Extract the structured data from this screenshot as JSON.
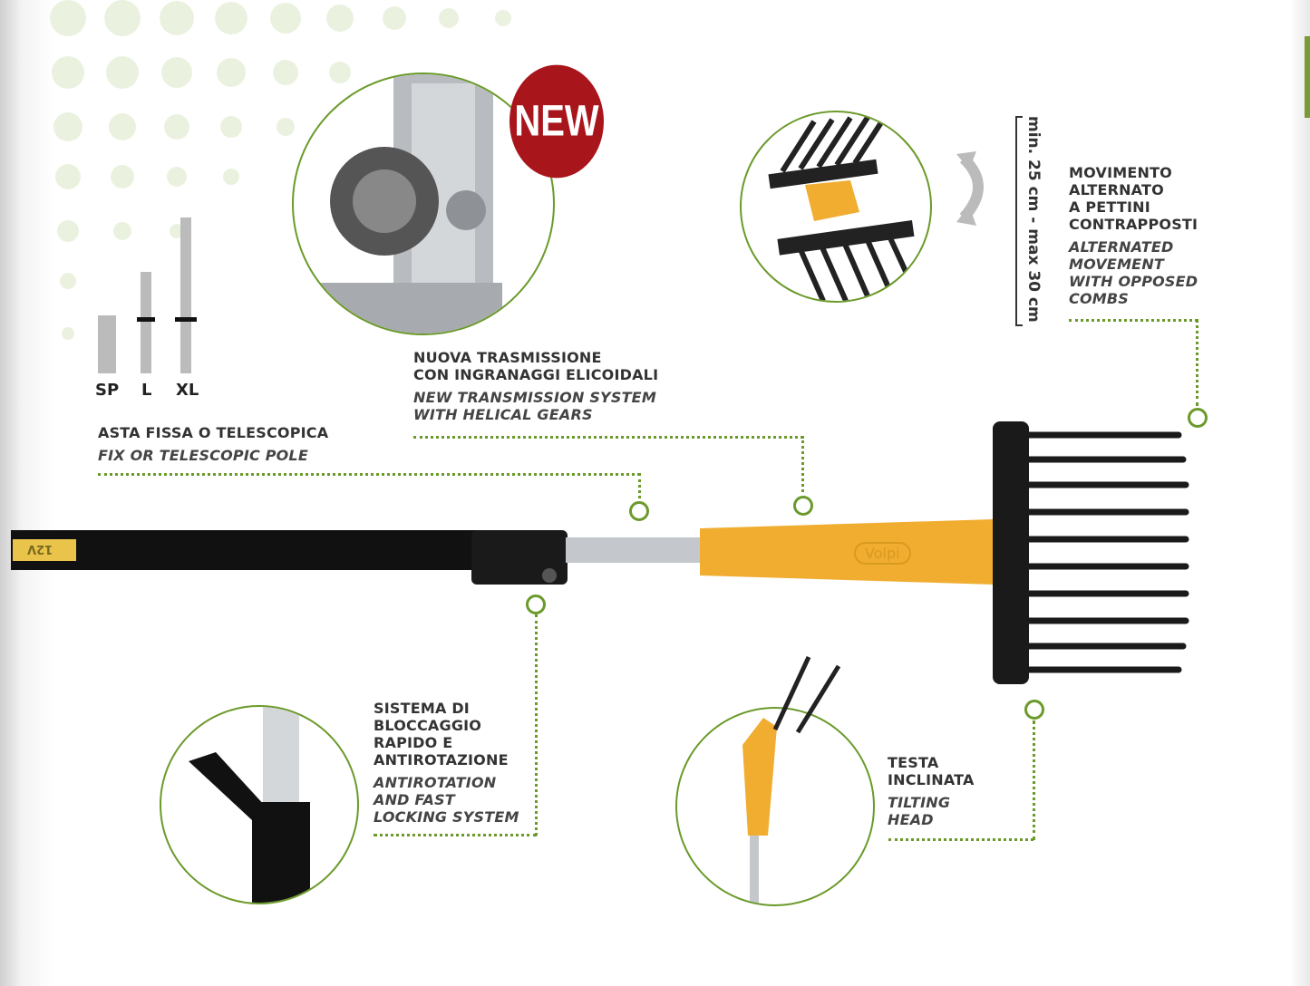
{
  "badge_new": "NEW",
  "pole_sizes": [
    "SP",
    "L",
    "XL"
  ],
  "pole_label": "12V",
  "brand_logo": "Volpi",
  "measure": "min. 25 cm - max 30 cm",
  "features": {
    "pole": {
      "it": "ASTA FISSA O TELESCOPICA",
      "en": "FIX OR TELESCOPIC POLE"
    },
    "transmission": {
      "it": [
        "NUOVA TRASMISSIONE",
        "CON INGRANAGGI ELICOIDALI"
      ],
      "en": [
        "NEW TRANSMISSION SYSTEM",
        "WITH HELICAL GEARS"
      ]
    },
    "movement": {
      "it": [
        "MOVIMENTO",
        "ALTERNATO",
        "A PETTINI",
        "CONTRAPPOSTI"
      ],
      "en": [
        "ALTERNATED",
        "MOVEMENT",
        "WITH OPPOSED",
        "COMBS"
      ]
    },
    "locking": {
      "it": [
        "SISTEMA DI",
        "BLOCCAGGIO",
        "RAPIDO E",
        "ANTIROTAZIONE"
      ],
      "en": [
        "ANTIROTATION",
        "AND FAST",
        "LOCKING SYSTEM"
      ]
    },
    "tilting": {
      "it": [
        "TESTA",
        "INCLINATA"
      ],
      "en": [
        "TILTING",
        "HEAD"
      ]
    }
  },
  "colors": {
    "accent_green": "#6b9a2a",
    "badge_red": "#a8151b",
    "body_yellow": "#f0ad30"
  }
}
